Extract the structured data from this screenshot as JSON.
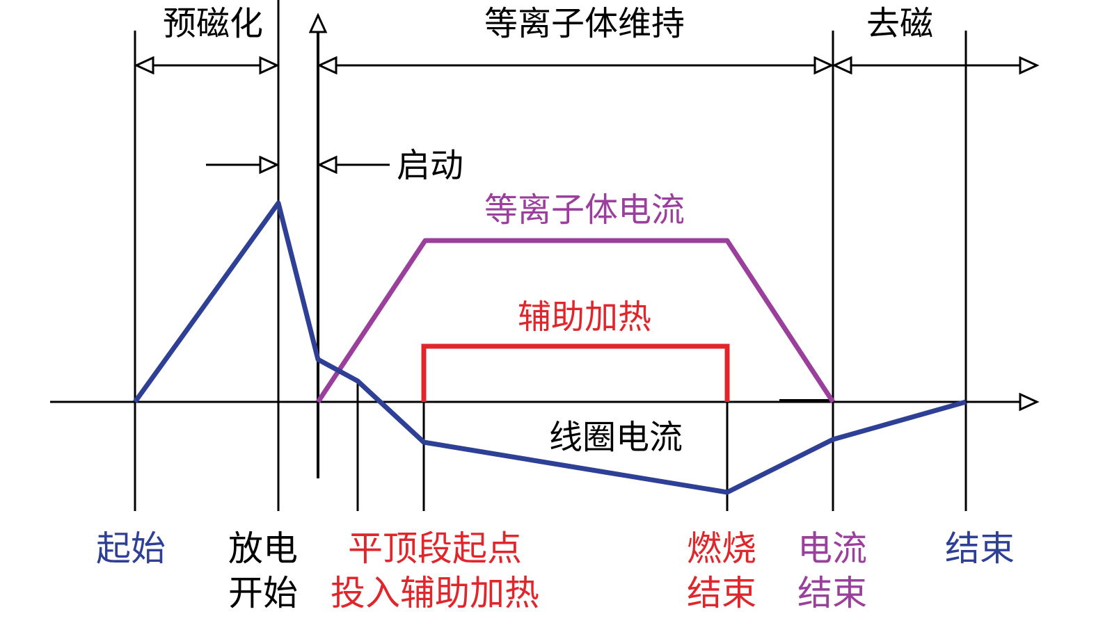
{
  "phases": {
    "premagnetize": "预磁化",
    "plasma_sustain": "等离子体维持",
    "demagnetize": "去磁",
    "startup": "启动"
  },
  "curves": {
    "plasma_current": "等离子体电流",
    "aux_heating": "辅助加热",
    "coil_current": "线圈电流"
  },
  "events": {
    "start": "起始",
    "discharge_1": "放电",
    "discharge_2": "开始",
    "flattop_1": "平顶段起点",
    "flattop_2": "投入辅助加热",
    "burn_1": "燃烧",
    "burn_2": "结束",
    "current_1": "电流",
    "current_2": "结束",
    "end": "结束"
  },
  "colors": {
    "black": "#000000",
    "blue": "#2e3f96",
    "purple": "#9a3f9c",
    "red": "#e0262b"
  }
}
